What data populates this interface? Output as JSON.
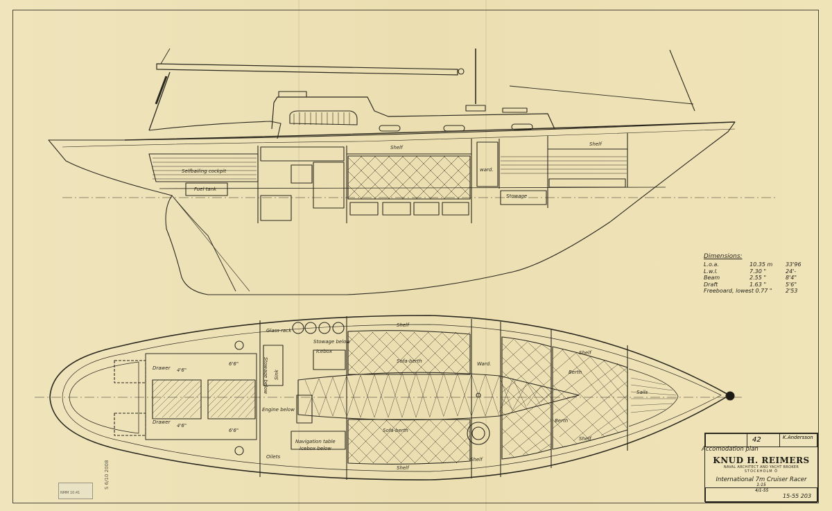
{
  "sheet": {
    "colors": {
      "paper": "#ece0b4",
      "ink": "#2a271e"
    }
  },
  "profile_labels": {
    "shelf": "Shelf",
    "shelf2": "Shelf",
    "ward": "ward.",
    "stowage": "Stowage",
    "cockpit": "Selfbailing cockpit",
    "fuel_tank": "Fuel tank"
  },
  "plan_labels": {
    "shelf_top": "Shelf",
    "shelf_bow": "Shelf",
    "shelf_bow2": "Shelf",
    "shelf_bottom": "Shelf",
    "shelf_bottom2": "Shelf",
    "glass_rack": "Glass rack",
    "stowage_below": "Stowage below",
    "icebox": "Icebox",
    "sofa_berth_top": "Sofa-berth",
    "sofa_berth_bottom": "Sofa-berth",
    "ward": "Ward.",
    "berth_top": "Berth",
    "berth_bottom": "Berth",
    "sails": "Sails",
    "drawer_top": "Drawer",
    "drawer_bottom": "Drawer",
    "dim_a": "4'6\"",
    "dim_b": "4'6\"",
    "dim_c": "6'6\"",
    "dim_d": "6'6\"",
    "stowage_vert": "Stowage below",
    "sink": "Sink",
    "engine": "Engine below",
    "nav_table": "Navigation table",
    "icebox_below": "Icebox below",
    "oilets": "Oilets"
  },
  "dimensions": {
    "title": "Dimensions:",
    "rows": [
      {
        "label": "L.o.a.",
        "metric": "10.35 m",
        "imperial": "33'96"
      },
      {
        "label": "L.w.l.",
        "metric": "7.30 \"",
        "imperial": "24'-"
      },
      {
        "label": "Beam",
        "metric": "2.55 \"",
        "imperial": "8'4\""
      },
      {
        "label": "Draft",
        "metric": "1.63 \"",
        "imperial": "5'6\""
      },
      {
        "label": "Freeboard, lowest 0.77 \"",
        "metric": "",
        "imperial": "2'53"
      }
    ]
  },
  "plan_caption": "Accomodation plan",
  "titleblock": {
    "order_value": "42",
    "drawn": "K.Andersson",
    "firm": "KNUD H. REIMERS",
    "firm_sub": "NAVAL ARCHITECT AND YACHT BROKER",
    "firm_city": "STOCKHOLM Ö",
    "title": "International 7m Cruiser Racer",
    "scale": "1:15",
    "date": "4/1-55",
    "number": "15-55 203"
  },
  "stamp": {
    "text": "NMM 10:41"
  },
  "side_number": "S 6/10 2008"
}
